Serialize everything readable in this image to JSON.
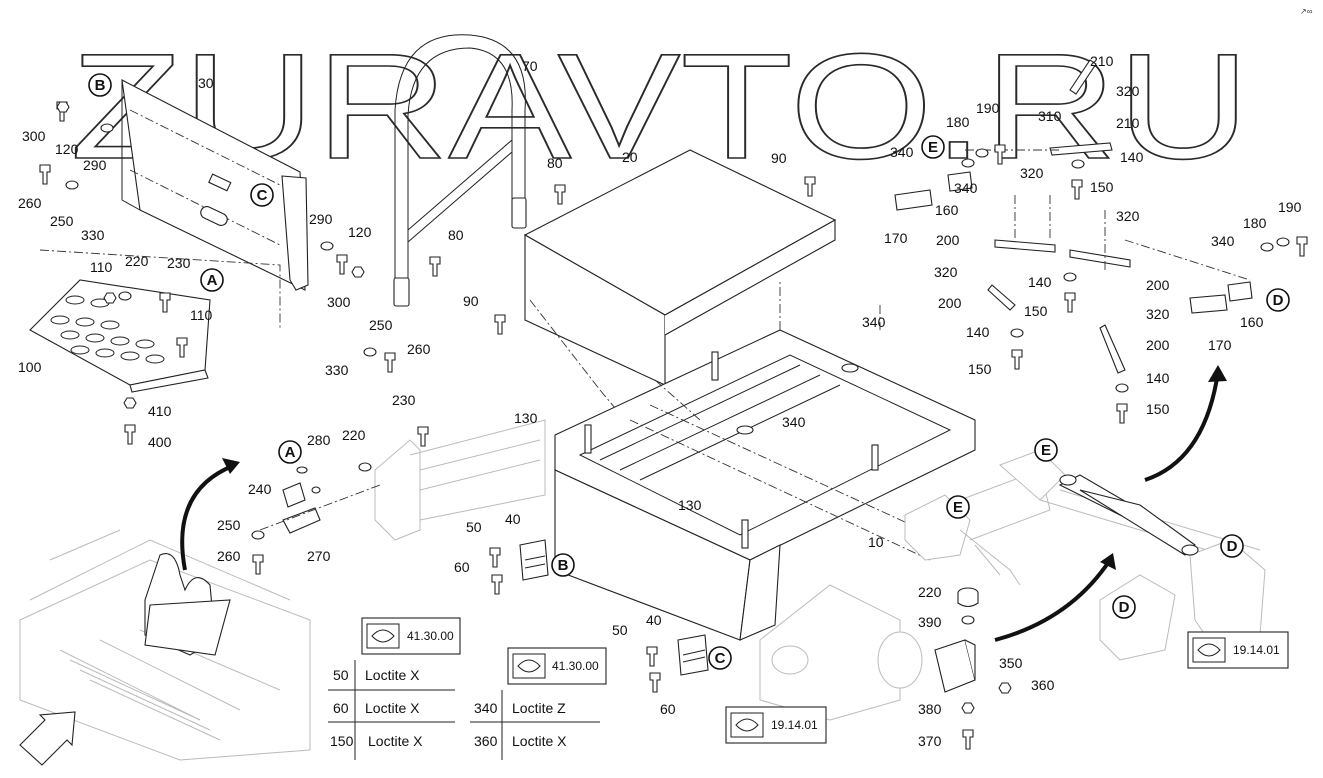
{
  "watermark": "ZURAVTO.RU",
  "callouts": [
    {
      "id": "c-70",
      "text": "70"
    },
    {
      "id": "c-30",
      "text": "30"
    },
    {
      "id": "c-20",
      "text": "20"
    },
    {
      "id": "c-90a",
      "text": "90"
    },
    {
      "id": "c-80a",
      "text": "80"
    },
    {
      "id": "c-80b",
      "text": "80"
    },
    {
      "id": "c-90b",
      "text": "90"
    },
    {
      "id": "c-300a",
      "text": "300"
    },
    {
      "id": "c-120a",
      "text": "120"
    },
    {
      "id": "c-290a",
      "text": "290"
    },
    {
      "id": "c-260a",
      "text": "260"
    },
    {
      "id": "c-250a",
      "text": "250"
    },
    {
      "id": "c-330a",
      "text": "330"
    },
    {
      "id": "c-290b",
      "text": "290"
    },
    {
      "id": "c-120b",
      "text": "120"
    },
    {
      "id": "c-300b",
      "text": "300"
    },
    {
      "id": "c-110a",
      "text": "110"
    },
    {
      "id": "c-220a",
      "text": "220"
    },
    {
      "id": "c-230a",
      "text": "230"
    },
    {
      "id": "c-110b",
      "text": "110"
    },
    {
      "id": "c-100",
      "text": "100"
    },
    {
      "id": "c-410",
      "text": "410"
    },
    {
      "id": "c-400",
      "text": "400"
    },
    {
      "id": "c-250b",
      "text": "250"
    },
    {
      "id": "c-260b",
      "text": "260"
    },
    {
      "id": "c-330b",
      "text": "330"
    },
    {
      "id": "c-340a",
      "text": "340"
    },
    {
      "id": "c-340b",
      "text": "340"
    },
    {
      "id": "c-10",
      "text": "10"
    },
    {
      "id": "c-130a",
      "text": "130"
    },
    {
      "id": "c-130b",
      "text": "130"
    },
    {
      "id": "c-230b",
      "text": "230"
    },
    {
      "id": "c-220b",
      "text": "220"
    },
    {
      "id": "c-280",
      "text": "280"
    },
    {
      "id": "c-240",
      "text": "240"
    },
    {
      "id": "c-270",
      "text": "270"
    },
    {
      "id": "c-250c",
      "text": "250"
    },
    {
      "id": "c-260c",
      "text": "260"
    },
    {
      "id": "c-50a",
      "text": "50"
    },
    {
      "id": "c-40a",
      "text": "40"
    },
    {
      "id": "c-60a",
      "text": "60"
    },
    {
      "id": "c-40b",
      "text": "40"
    },
    {
      "id": "c-50b",
      "text": "50"
    },
    {
      "id": "c-60b",
      "text": "60"
    },
    {
      "id": "c-220c",
      "text": "220"
    },
    {
      "id": "c-390",
      "text": "390"
    },
    {
      "id": "c-350",
      "text": "350"
    },
    {
      "id": "c-360",
      "text": "360"
    },
    {
      "id": "c-380",
      "text": "380"
    },
    {
      "id": "c-370",
      "text": "370"
    },
    {
      "id": "c-210a",
      "text": "210"
    },
    {
      "id": "c-320a",
      "text": "320"
    },
    {
      "id": "c-190a",
      "text": "190"
    },
    {
      "id": "c-180a",
      "text": "180"
    },
    {
      "id": "c-310",
      "text": "310"
    },
    {
      "id": "c-210b",
      "text": "210"
    },
    {
      "id": "c-340c",
      "text": "340"
    },
    {
      "id": "c-140a",
      "text": "140"
    },
    {
      "id": "c-340d",
      "text": "340"
    },
    {
      "id": "c-320b",
      "text": "320"
    },
    {
      "id": "c-150a",
      "text": "150"
    },
    {
      "id": "c-160a",
      "text": "160"
    },
    {
      "id": "c-320c",
      "text": "320"
    },
    {
      "id": "c-170a",
      "text": "170"
    },
    {
      "id": "c-200a",
      "text": "200"
    },
    {
      "id": "c-190b",
      "text": "190"
    },
    {
      "id": "c-180b",
      "text": "180"
    },
    {
      "id": "c-340e",
      "text": "340"
    },
    {
      "id": "c-320d",
      "text": "320"
    },
    {
      "id": "c-200b",
      "text": "200"
    },
    {
      "id": "c-140b",
      "text": "140"
    },
    {
      "id": "c-200c",
      "text": "200"
    },
    {
      "id": "c-150b",
      "text": "150"
    },
    {
      "id": "c-320e",
      "text": "320"
    },
    {
      "id": "c-160b",
      "text": "160"
    },
    {
      "id": "c-140c",
      "text": "140"
    },
    {
      "id": "c-170b",
      "text": "170"
    },
    {
      "id": "c-200d",
      "text": "200"
    },
    {
      "id": "c-150c",
      "text": "150"
    },
    {
      "id": "c-140d",
      "text": "140"
    },
    {
      "id": "c-150d",
      "text": "150"
    }
  ],
  "markers": {
    "A": "A",
    "B": "B",
    "C": "C",
    "D": "D",
    "E": "E"
  },
  "references": {
    "ref1": "41.30.00",
    "ref2": "41.30.00",
    "ref3": "19.14.01",
    "ref4": "19.14.01"
  },
  "loctite_table": [
    {
      "num": "50",
      "product": "Loctite X"
    },
    {
      "num": "60",
      "product": "Loctite X"
    },
    {
      "num": "150",
      "product": "Loctite X"
    },
    {
      "num": "340",
      "product": "Loctite Z"
    },
    {
      "num": "360",
      "product": "Loctite X"
    }
  ]
}
